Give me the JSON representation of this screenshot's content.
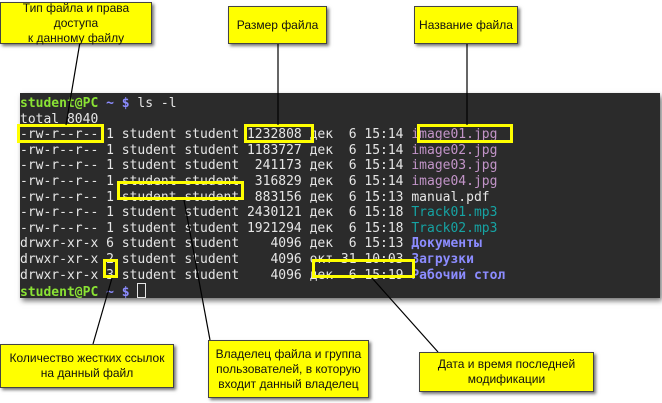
{
  "terminal": {
    "lines": [
      {
        "segments": [
          {
            "cls": "prompt-user",
            "text": "student@PC"
          },
          {
            "cls": "prompt-path",
            "text": " ~ $ "
          },
          {
            "cls": "",
            "text": "ls -l"
          }
        ]
      },
      {
        "segments": [
          {
            "cls": "",
            "text": "total 8040"
          }
        ]
      },
      {
        "segments": [
          {
            "cls": "",
            "text": "-rw-r--r-- 1 student student 1232808 дек  6 15:14 "
          },
          {
            "cls": "f-img",
            "text": "image01.jpg"
          }
        ]
      },
      {
        "segments": [
          {
            "cls": "",
            "text": "-rw-r--r-- 1 student student 1183727 дек  6 15:14 "
          },
          {
            "cls": "f-img",
            "text": "image02.jpg"
          }
        ]
      },
      {
        "segments": [
          {
            "cls": "",
            "text": "-rw-r--r-- 1 student student  241173 дек  6 15:14 "
          },
          {
            "cls": "f-img",
            "text": "image03.jpg"
          }
        ]
      },
      {
        "segments": [
          {
            "cls": "",
            "text": "-rw-r--r-- 1 student student  316829 дек  6 15:14 "
          },
          {
            "cls": "f-img",
            "text": "image04.jpg"
          }
        ]
      },
      {
        "segments": [
          {
            "cls": "",
            "text": "-rw-r--r-- 1 student student  883156 дек  6 15:13 manual.pdf"
          }
        ]
      },
      {
        "segments": [
          {
            "cls": "",
            "text": "-rw-r--r-- 1 student student 2430121 дек  6 15:18 "
          },
          {
            "cls": "f-audio",
            "text": "Track01.mp3"
          }
        ]
      },
      {
        "segments": [
          {
            "cls": "",
            "text": "-rw-r--r-- 1 student student 1921294 дек  6 15:18 "
          },
          {
            "cls": "f-audio",
            "text": "Track02.mp3"
          }
        ]
      },
      {
        "segments": [
          {
            "cls": "",
            "text": "drwxr-xr-x 6 student student    4096 дек  6 15:13 "
          },
          {
            "cls": "f-dir",
            "text": "Документы"
          }
        ]
      },
      {
        "segments": [
          {
            "cls": "",
            "text": "drwxr-xr-x 2 student student    4096 окт 31 10:03 "
          },
          {
            "cls": "f-dir",
            "text": "Загрузки"
          }
        ]
      },
      {
        "segments": [
          {
            "cls": "",
            "text": "drwxr-xr-x 3 student student    4096 дек  6 15:19 "
          },
          {
            "cls": "f-dir",
            "text": "Рабочий стол"
          }
        ]
      },
      {
        "segments": [
          {
            "cls": "prompt-user",
            "text": "student@PC"
          },
          {
            "cls": "prompt-path",
            "text": " ~ $ "
          }
        ],
        "cursor": true
      }
    ]
  },
  "callouts": {
    "file_type": "Тип файла и права доступа\nк данному файлу",
    "file_size": "Размер файла",
    "file_name": "Название файла",
    "link_count": "Количество жестких ссылок\nна данный файл",
    "owner_group": "Владелец файла и группа\nпользователей, в которую\nвходит данный владелец",
    "modified": "Дата и время последней\nмодификации"
  },
  "colors": {
    "callout_bg": "#ffff00",
    "highlight": "#ffff00",
    "terminal_bg": "#2b2b2b",
    "prompt_user": "#8ae234",
    "prompt_path": "#8c8cff",
    "image_file": "#c294c8",
    "audio_file": "#16a3a3",
    "directory": "#8c8cff"
  }
}
